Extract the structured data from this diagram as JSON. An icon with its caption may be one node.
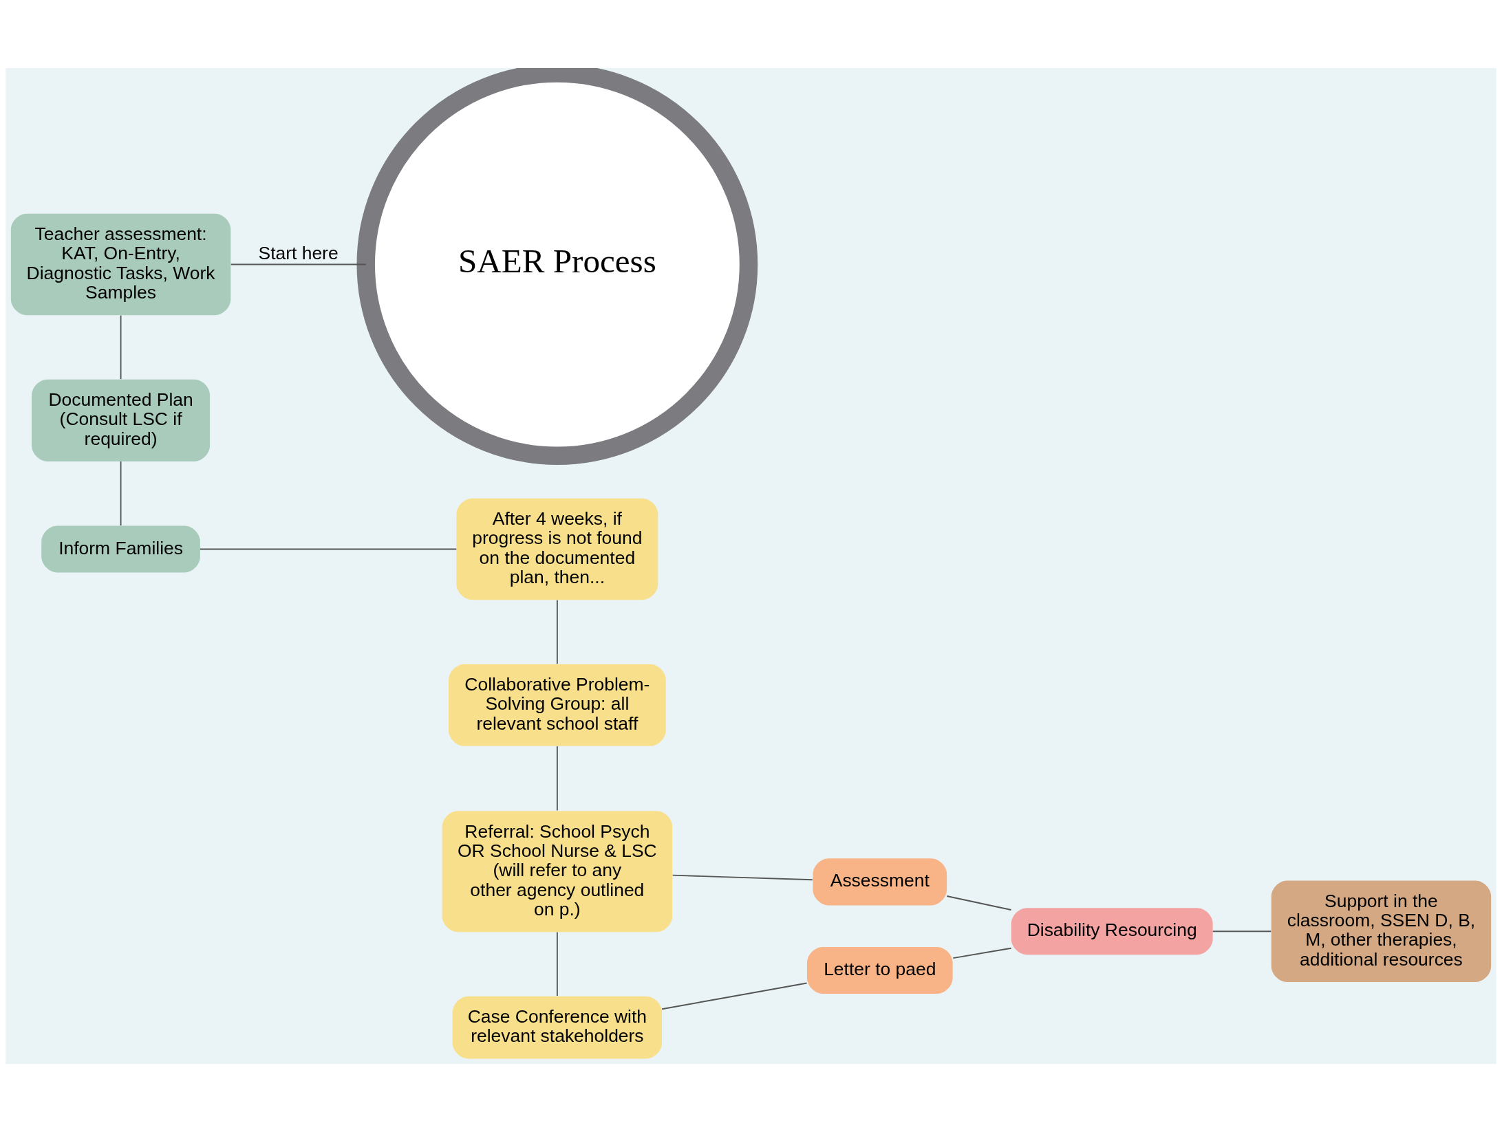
{
  "diagram": {
    "nodes": [
      {
        "text": [
          "Teacher assessment: KAT, On-Entry, Diagnostic Tasks, Work Samples"
        ]
      },
      {
        "text": [
          "SAER Process"
        ]
      },
      {
        "text": [
          "Documented Plan (Consult LSC if required)"
        ]
      },
      {
        "text": [
          "Inform Families"
        ]
      },
      {
        "text": [
          "After 4 weeks, if progress is not found on the documented plan, then..."
        ]
      },
      {
        "text": [
          "Collaborative Problem-Solving Group: all relevant school staff"
        ]
      },
      {
        "text": [
          "Referral: School Psych OR School Nurse & LSC (will refer to any other agency outlined on p.)"
        ]
      },
      {
        "text": [
          "Assessment"
        ]
      },
      {
        "text": [
          "Case Conference with relevant stakeholders"
        ]
      },
      {
        "text": [
          "Letter to paed"
        ]
      },
      {
        "text": [
          "Disability Resourcing"
        ]
      },
      {
        "text": [
          "Support in the classroom, SSEN D, B, M, other therapies, additional resources"
        ]
      }
    ],
    "edges": [
      {
        "from": 0,
        "to": 1,
        "arrow": "none",
        "label": "Start here"
      },
      {
        "from": 0,
        "to": 2,
        "arrow": "none"
      },
      {
        "from": 2,
        "to": 3,
        "arrow": "none"
      },
      {
        "from": 3,
        "to": 4,
        "arrow": "none"
      },
      {
        "from": 4,
        "to": 5,
        "arrow": "none"
      },
      {
        "from": 5,
        "to": 6,
        "arrow": "none"
      },
      {
        "from": 6,
        "to": 7,
        "arrow": "none"
      },
      {
        "from": 6,
        "to": 8,
        "arrow": "none"
      },
      {
        "from": 8,
        "to": 9,
        "arrow": "none"
      },
      {
        "from": 7,
        "to": 10,
        "arrow": "none"
      },
      {
        "from": 9,
        "to": 10,
        "arrow": "none"
      },
      {
        "from": 10,
        "to": 11,
        "arrow": "none"
      }
    ]
  }
}
